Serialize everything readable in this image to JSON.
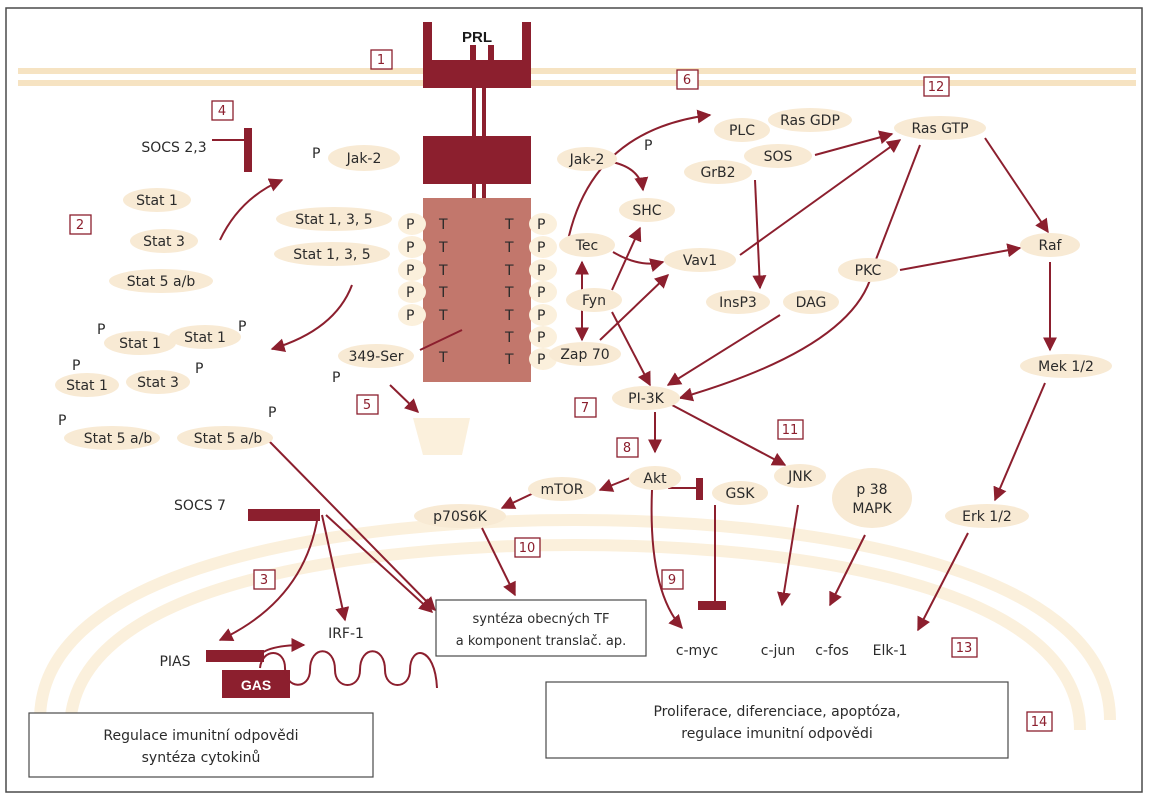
{
  "colors": {
    "maroon": "#8c1f2e",
    "receptor_body": "#c2776c",
    "membrane": "#f6e3c2",
    "node_fill": "#f8ead4",
    "border": "#4a4a4a"
  },
  "ligand": "PRL",
  "steps": [
    "1",
    "2",
    "3",
    "4",
    "5",
    "6",
    "7",
    "8",
    "9",
    "10",
    "11",
    "12",
    "13",
    "14"
  ],
  "nodes": {
    "socs23": "SOCS 2,3",
    "p": "P",
    "jak2": "Jak-2",
    "stat1": "Stat 1",
    "stat3": "Stat 3",
    "stat5ab": "Stat 5 a/b",
    "stat135": "Stat 1, 3, 5",
    "ser349": "349-Ser",
    "socs7": "SOCS 7",
    "pias": "PIAS",
    "gas": "GAS",
    "irf1": "IRF-1",
    "t": "T",
    "plc": "PLC",
    "rasgdp": "Ras GDP",
    "rasgtp": "Ras GTP",
    "sos": "SOS",
    "grb2": "GrB2",
    "shc": "SHC",
    "tec": "Tec",
    "vav1": "Vav1",
    "fyn": "Fyn",
    "zap70": "Zap 70",
    "insp3": "InsP3",
    "dag": "DAG",
    "pkc": "PKC",
    "raf": "Raf",
    "mek": "Mek 1/2",
    "pi3k": "PI-3K",
    "akt": "Akt",
    "mtor": "mTOR",
    "gsk": "GSK",
    "jnk": "JNK",
    "p38a": "p 38",
    "p38b": "MAPK",
    "erk": "Erk 1/2",
    "p70": "p70S6K"
  },
  "results": {
    "synthesis_line1": "syntéza obecných TF",
    "synthesis_line2": "a komponent translač. ap.",
    "cmyc": "c-myc",
    "cjun": "c-jun",
    "cfos": "c-fos",
    "elk1": "Elk-1",
    "immune_line1": "Regulace imunitní odpovědi",
    "immune_line2": "syntéza cytokinů",
    "prolif_line1": "Proliferace, diferenciace, apoptóza,",
    "prolif_line2": "regulace imunitní odpovědi"
  }
}
